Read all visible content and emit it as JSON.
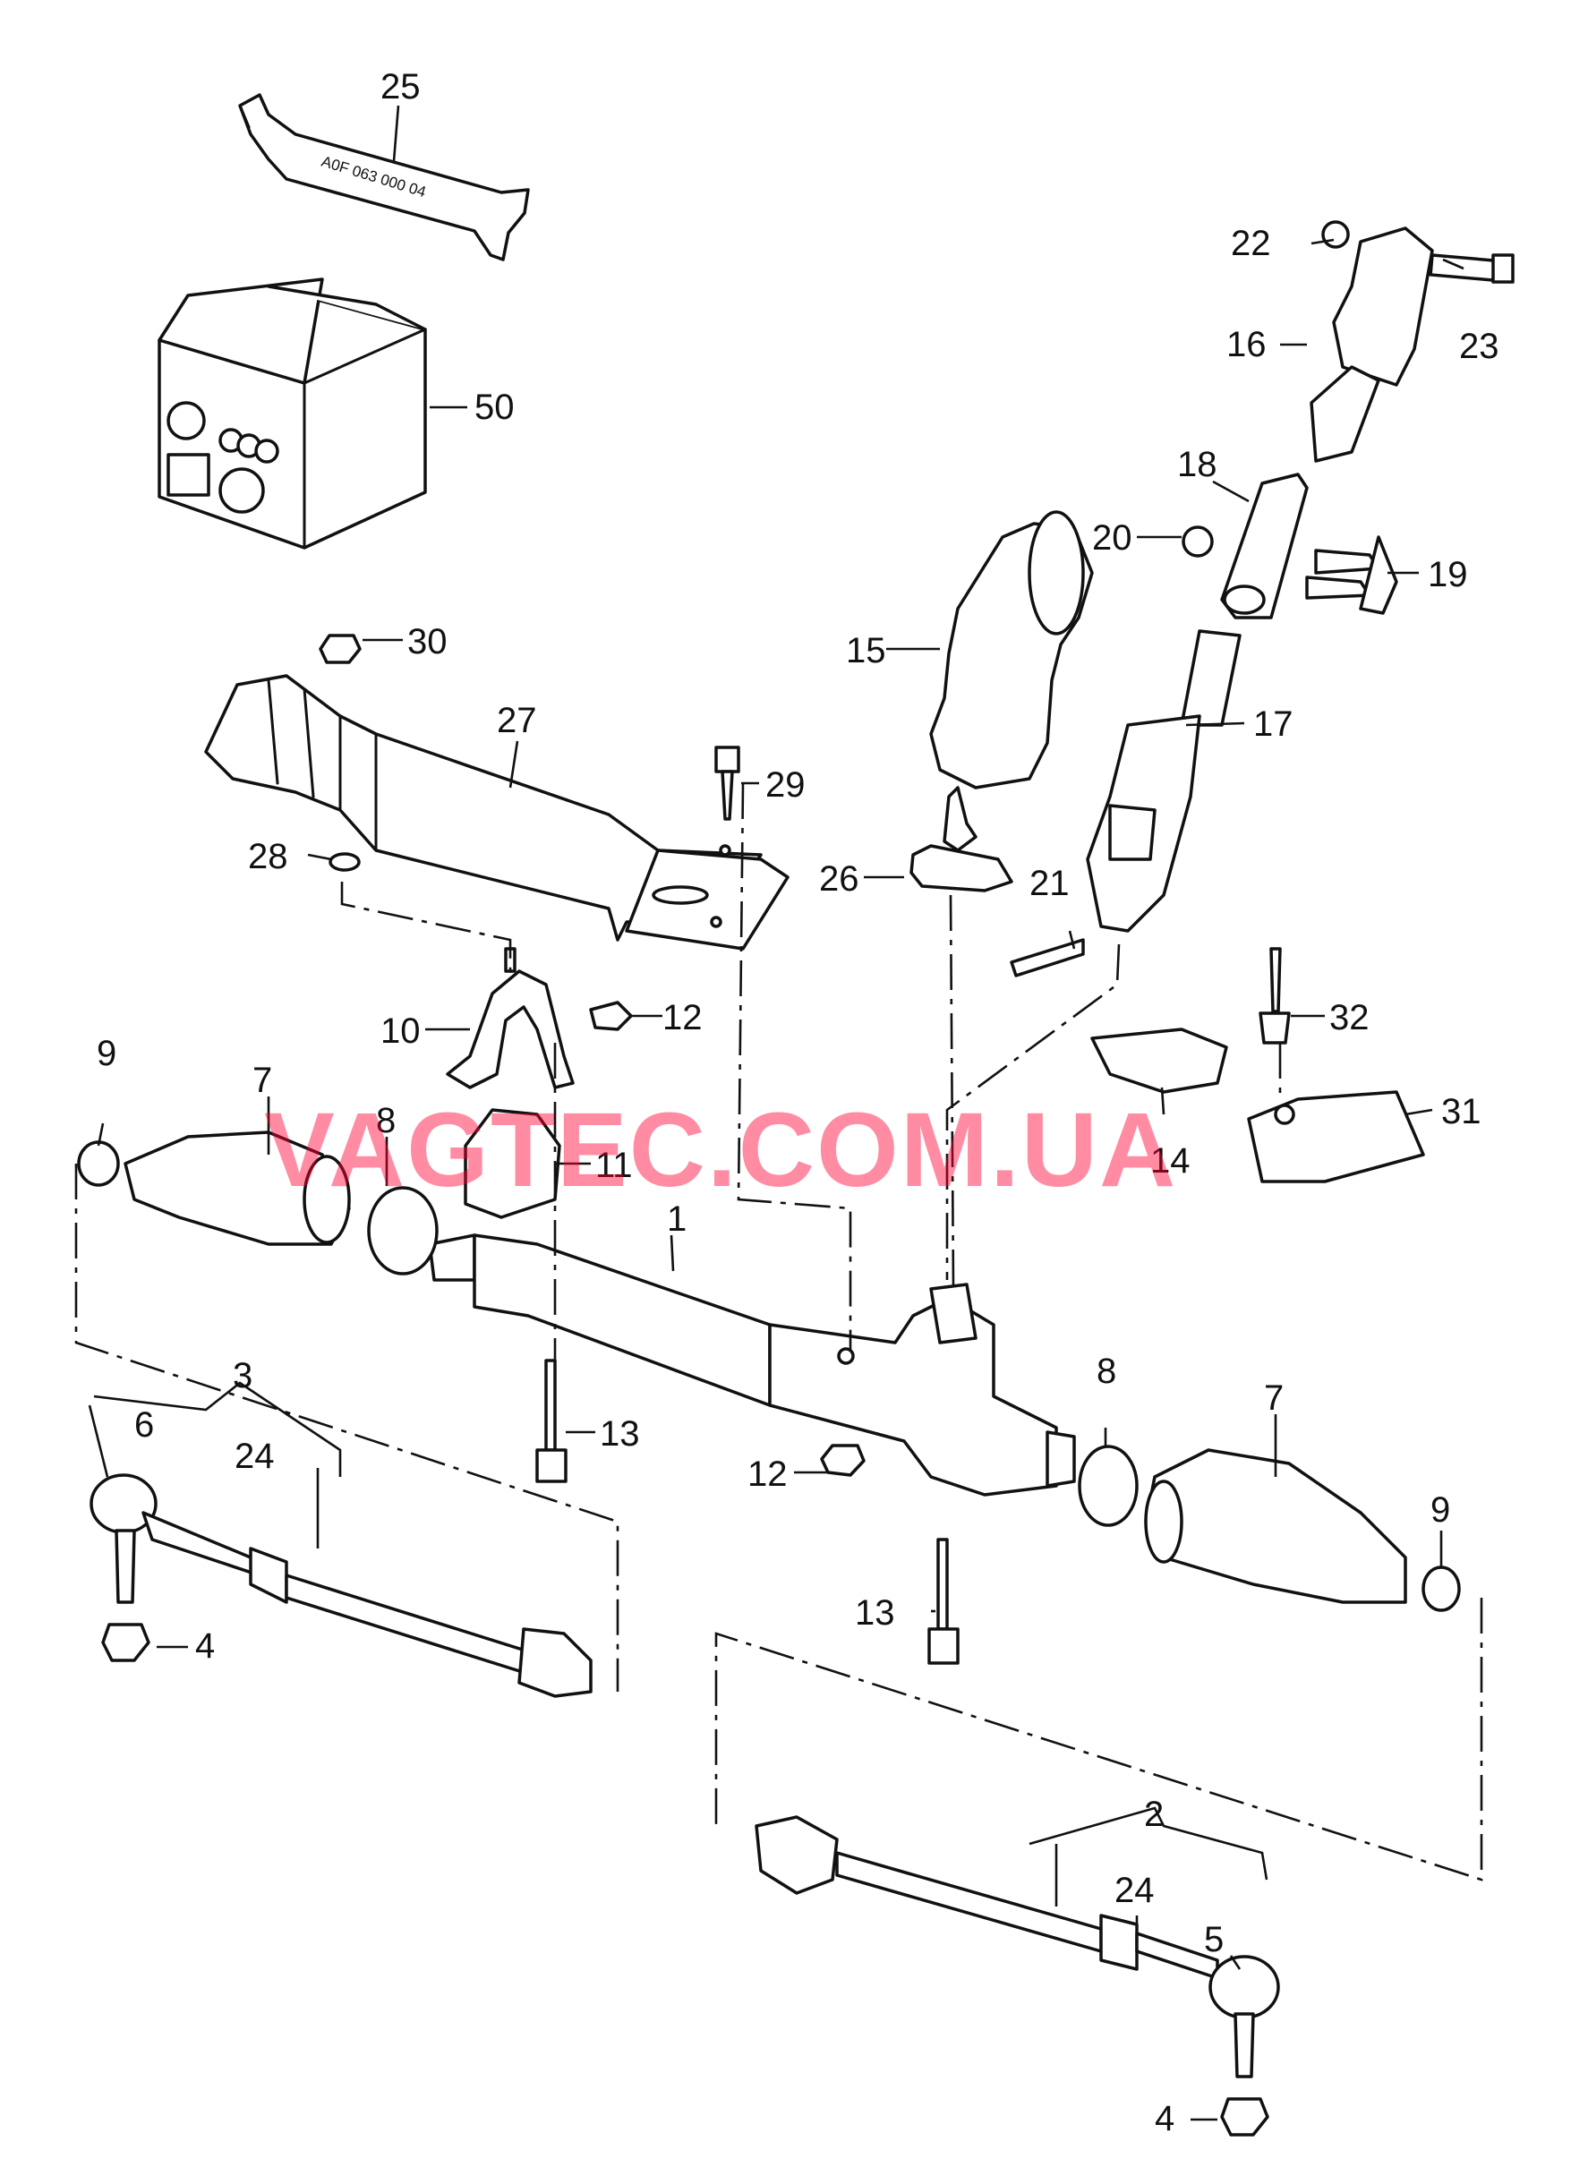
{
  "tube_text": "A0F 063 000 04",
  "watermark": "VAGTEC.COM.UA",
  "callouts": {
    "c1": "1",
    "c2": "2",
    "c3": "3",
    "c4a": "4",
    "c4b": "4",
    "c5": "5",
    "c6": "6",
    "c7a": "7",
    "c7b": "7",
    "c8a": "8",
    "c8b": "8",
    "c9a": "9",
    "c9b": "9",
    "c10": "10",
    "c11": "11",
    "c12a": "12",
    "c12b": "12",
    "c13a": "13",
    "c13b": "13",
    "c14": "14",
    "c15": "15",
    "c16": "16",
    "c17": "17",
    "c18": "18",
    "c19": "19",
    "c20": "20",
    "c21": "21",
    "c22": "22",
    "c23": "23",
    "c24a": "24",
    "c24b": "24",
    "c25": "25",
    "c26": "26",
    "c27": "27",
    "c28": "28",
    "c29": "29",
    "c30": "30",
    "c31": "31",
    "c32": "32",
    "c50": "50"
  }
}
